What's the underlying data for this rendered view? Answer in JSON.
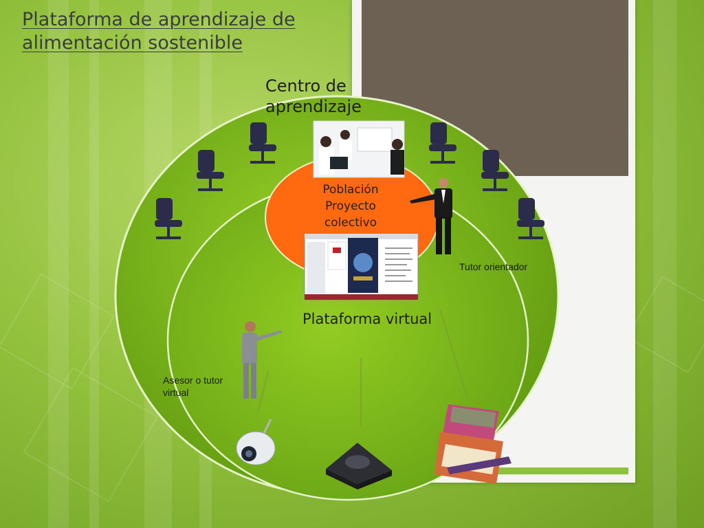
{
  "slide": {
    "title_line1": "Plataforma de aprendizaje de",
    "title_line2": "alimentación sostenible"
  },
  "diagram": {
    "center_label_line1": "Centro de",
    "center_label_line2": "aprendizaje",
    "core_line1": "Población",
    "core_line2": "Proyecto",
    "core_line3": "colectivo",
    "platform_label": "Plataforma virtual",
    "tutor_label": "Tutor orientador",
    "advisor_line1": "Asesor o tutor",
    "advisor_line2": "virtual"
  },
  "colors": {
    "background": "#93c23e",
    "circle_green": "#7cb518",
    "core_orange": "#ff6a10",
    "photo_block": "#6c6152",
    "chair": "#2b2b4a"
  },
  "icons": [
    "office-chair-icon",
    "webcam-icon",
    "conference-phone-icon",
    "brochure-icon",
    "person-icon"
  ]
}
